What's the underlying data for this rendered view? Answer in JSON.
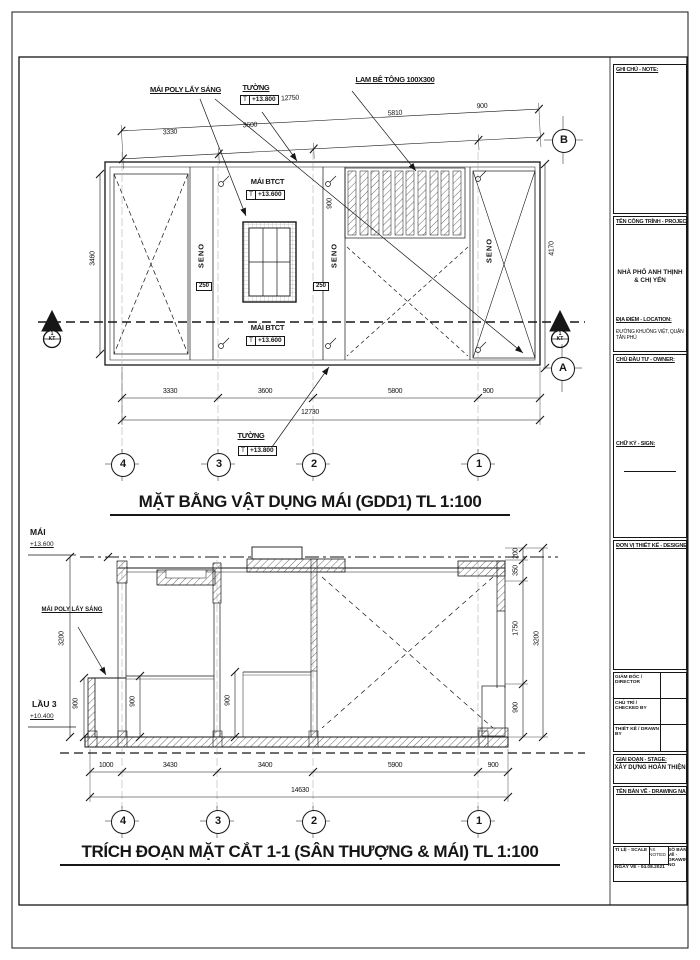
{
  "plan": {
    "title": "MẶT BẰNG VẬT DỤNG MÁI (GDD1)  TL 1:100",
    "poly_label": "MÁI POLY LẤY SÁNG",
    "tuong_label": "TƯỜNG",
    "lam_label": "LAM BÊ TÔNG 100X300",
    "mai_btct": "MÁI BTCT",
    "seno": "SENO",
    "level_prefix": "T",
    "tuong_level": "+13.800",
    "mai_level": "+13.600",
    "dims_top": [
      "3330",
      "3600",
      "5810",
      "900"
    ],
    "total_top": "12750",
    "dims_bottom": [
      "3330",
      "3600",
      "5800",
      "900"
    ],
    "total_bottom": "12730",
    "dim_left": "3460",
    "dim_right": "4170",
    "dim_900": "900",
    "seno_width": "250",
    "grid": [
      "4",
      "3",
      "2",
      "1"
    ],
    "grid_b": "B",
    "grid_a": "A",
    "cut_num": "1",
    "cut_sheet": "KT"
  },
  "section": {
    "title": "TRÍCH ĐOẠN MẶT CẮT 1-1 (SÂN THƯỢNG & MÁI) TL 1:100",
    "mai_label": "MÁI",
    "mai_level": "+13.600",
    "lau3_label": "LẦU 3",
    "lau3_level": "+10.400",
    "poly_label": "MÁI POLY LẤY SÁNG",
    "dim_left_total": "3200",
    "rail_dims": [
      "900",
      "900",
      "900"
    ],
    "dims_right": [
      "200",
      "350",
      "1750",
      "900"
    ],
    "dim_right_total": "3200",
    "dims_bottom": [
      "1000",
      "3430",
      "3400",
      "5900",
      "900"
    ],
    "total_bottom": "14630",
    "grid": [
      "4",
      "3",
      "2",
      "1"
    ]
  },
  "titleblock": {
    "note_header": "GHI CHÚ - NOTE:",
    "project_header": "TÊN CÔNG TRÌNH - PROJECT:",
    "project_name": "NHÀ PHỐ ANH THỊNH & CHỊ YẾN",
    "location_header": "ĐỊA ĐIỂM - LOCATION:",
    "location_value": "ĐƯỜNG KHUÔNG VIỆT, QUẬN TÂN PHÚ",
    "owner_header": "CHỦ ĐẦU TƯ - OWNER:",
    "sign_header": "CHỮ KÝ - SIGN:",
    "designer_header": "ĐƠN VỊ THIẾT KẾ - DESIGNER:",
    "director_label": "GIÁM ĐỐC / DIRECTOR",
    "checked_label": "CHỦ TRÌ / CHECKED BY",
    "drawn_label": "THIẾT KẾ / DRAWN BY",
    "stage_header": "GIAI ĐOẠN - STAGE:",
    "stage_value": "XÂY DỰNG HOÀN THIỆN",
    "drawing_name_header": "TÊN BẢN VẼ - DRAWING NAME:",
    "scale_label": "TỈ LỆ - SCALE",
    "scale_value": "AS NOTED",
    "drawing_no_label": "SỐ BẢN VẼ - DRAWING NO",
    "date_label": "NGÀY VẼ - 04.08.2021"
  }
}
